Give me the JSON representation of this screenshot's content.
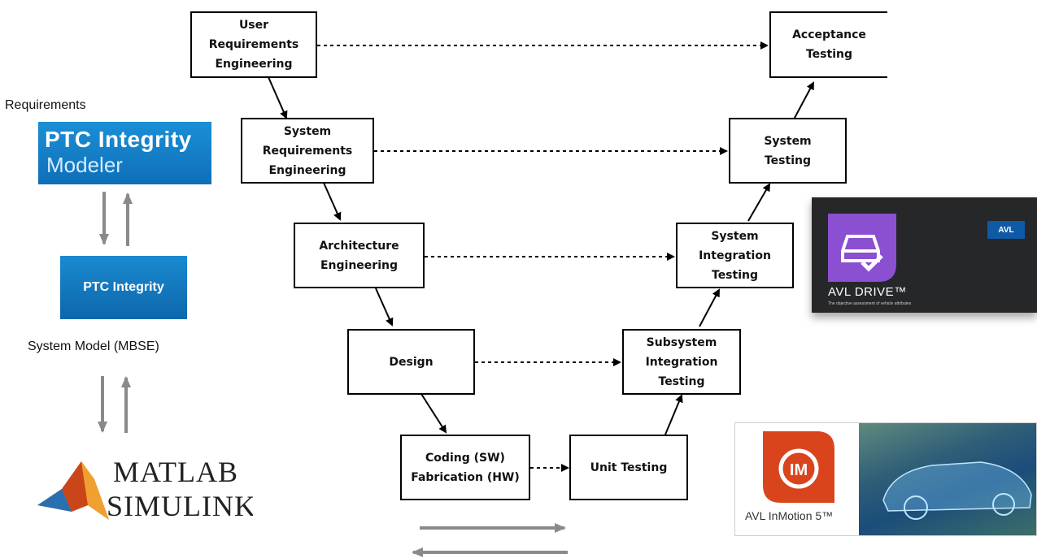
{
  "left_stack": {
    "requirements_label": "Requirements",
    "ptc_modeler_logo": {
      "line1": "PTC Integrity",
      "line2": "Modeler"
    },
    "ptc_integrity_logo": "PTC Integrity",
    "system_model_label": "System Model (MBSE)",
    "matlab_logo": {
      "line1": "MATLAB",
      "line2": "SIMULINK"
    }
  },
  "v_model": {
    "boxes": [
      {
        "id": "user-req",
        "label": "User\nRequirements\nEngineering"
      },
      {
        "id": "system-req",
        "label": "System\nRequirements\nEngineering"
      },
      {
        "id": "architecture",
        "label": "Architecture\nEngineering"
      },
      {
        "id": "design",
        "label": "Design"
      },
      {
        "id": "coding",
        "label": "Coding (SW)\nFabrication (HW)"
      },
      {
        "id": "unit-testing",
        "label": "Unit Testing"
      },
      {
        "id": "subsystem-testing",
        "label": "Subsystem\nIntegration\nTesting"
      },
      {
        "id": "system-integration-testing",
        "label": "System\nIntegration\nTesting"
      },
      {
        "id": "system-testing",
        "label": "System\nTesting"
      },
      {
        "id": "acceptance-testing",
        "label": "Acceptance\nTesting"
      }
    ]
  },
  "right_logos": {
    "avl_drive": {
      "name": "AVL DRIVE™",
      "subtitle": "The objective assessment of vehicle attributes",
      "badge": "AVL"
    },
    "avl_inmotion": {
      "name": "AVL InMotion 5™",
      "icon_text": "IM"
    }
  },
  "colors": {
    "ptc_blue": "#1479c4",
    "avl_purple": "#8b4fd1",
    "avl_orange": "#d9441c",
    "arrow_gray": "#8a8a8a"
  }
}
